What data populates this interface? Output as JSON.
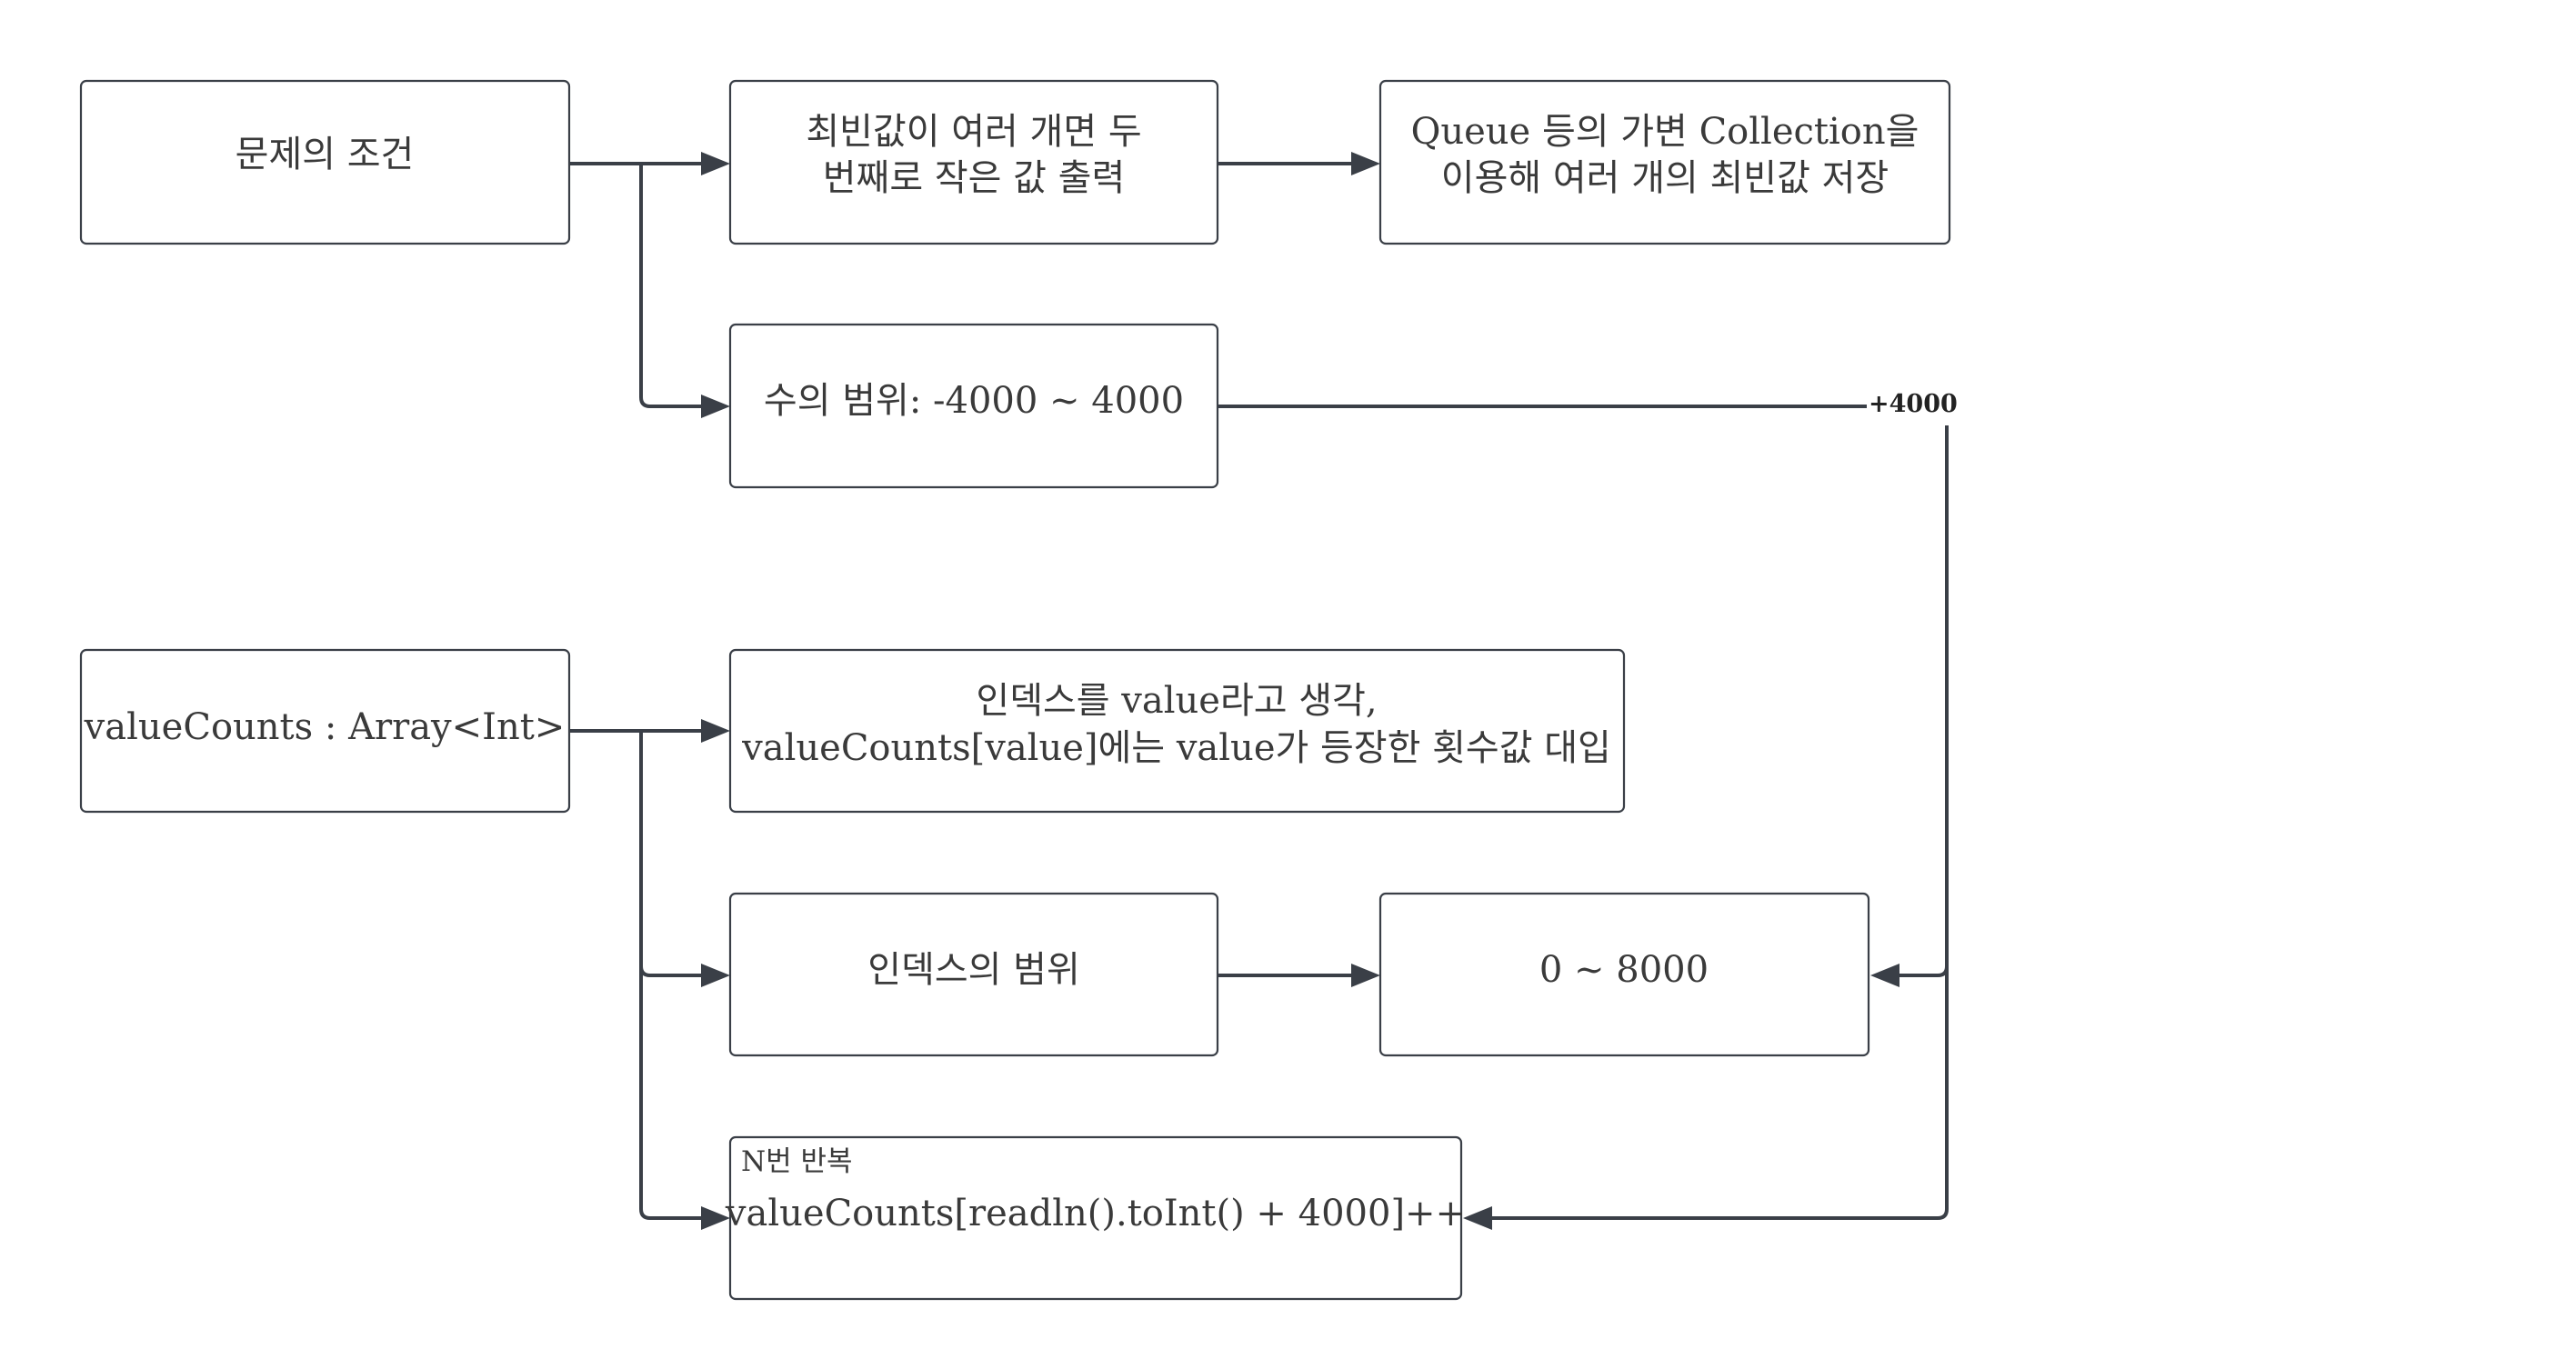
{
  "nodes": {
    "problem_conditions": {
      "lines": [
        "문제의 조건"
      ]
    },
    "mode_condition": {
      "lines": [
        "최빈값이 여러 개면 두",
        "번째로 작은 값 출력"
      ]
    },
    "queue_storage": {
      "lines": [
        "Queue 등의 가변 Collection을",
        "이용해 여러 개의 최빈값 저장"
      ]
    },
    "number_range": {
      "lines": [
        "수의 범위: -4000 ~ 4000"
      ]
    },
    "value_counts": {
      "lines": [
        "valueCounts : Array<Int>"
      ]
    },
    "index_as_value": {
      "lines": [
        "인덱스를 value라고 생각,",
        "valueCounts[value]에는 value가 등장한 횟수값 대입"
      ]
    },
    "index_range": {
      "lines": [
        "인덱스의 범위"
      ]
    },
    "range_result": {
      "lines": [
        "0 ~ 8000"
      ]
    },
    "loop_body": {
      "header": "N번 반복",
      "lines": [
        "valueCounts[readln().toInt() + 4000]++"
      ]
    }
  },
  "edges": {
    "offset_label": "+4000"
  }
}
